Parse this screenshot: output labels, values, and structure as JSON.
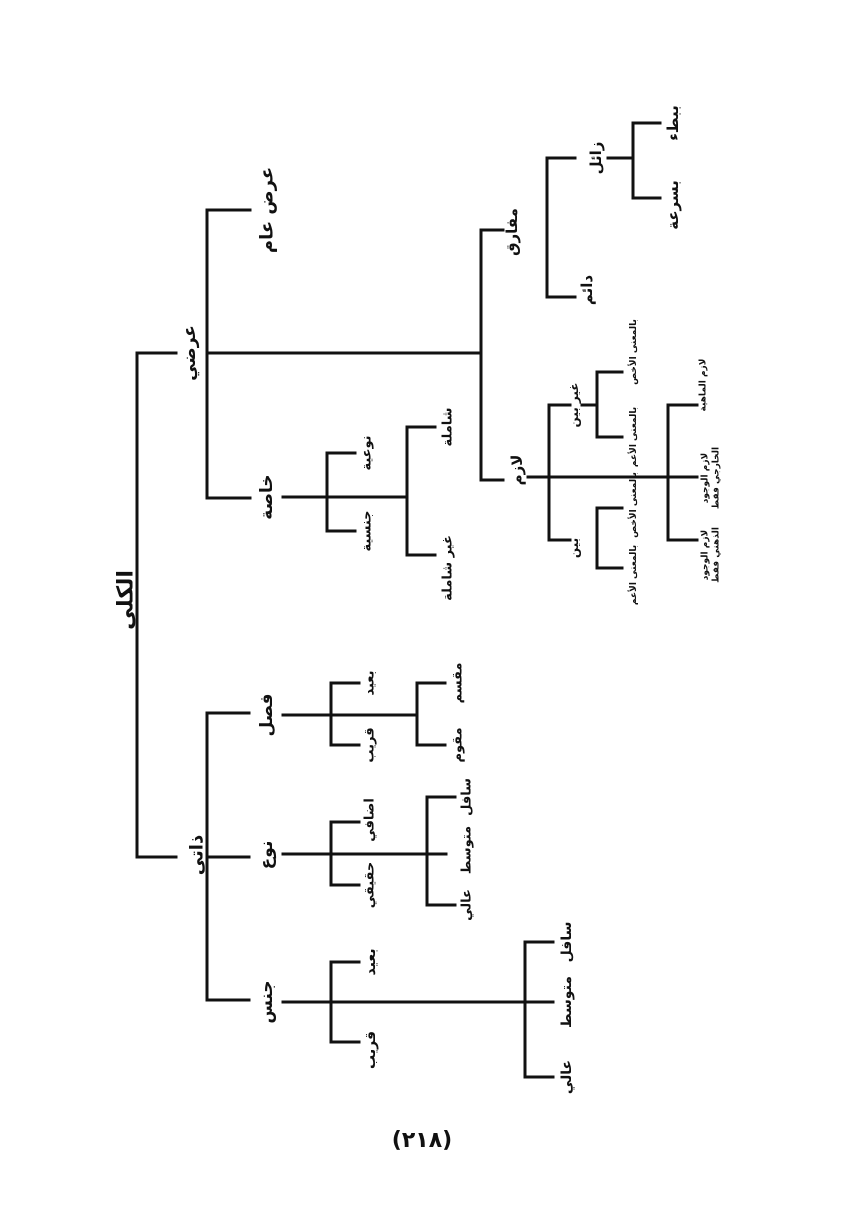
{
  "diagram": {
    "root": "الكلي",
    "essential": {
      "label": "ذاتي",
      "genus": {
        "label": "جنس",
        "proximity": [
          "بعيد",
          "قريب"
        ],
        "levels": [
          "سافل",
          "متوسط",
          "عالي"
        ]
      },
      "species": {
        "label": "نوع",
        "kinds": [
          "اضافي",
          "حقيقي"
        ],
        "levels": [
          "سافل",
          "متوسط",
          "عالي"
        ]
      },
      "differentia": {
        "label": "فصل",
        "proximity": [
          "بعيد",
          "قريب"
        ],
        "roles": [
          "مقسم",
          "مقوم"
        ]
      }
    },
    "accidental": {
      "label": "عرضي",
      "general_accident": "عرض عام",
      "property": {
        "label": "خاصة",
        "kinds": [
          "نوعية",
          "جنسية"
        ],
        "scope": [
          "شاملة",
          "غير شاملة"
        ]
      },
      "inseparable": {
        "label": "لازم",
        "non_evident": {
          "label": "غير بين",
          "senses": [
            "بالمعنى الأخص",
            "بالمعنى الأعم"
          ]
        },
        "evident": {
          "label": "بين",
          "senses": [
            "بالمعنى الأخص",
            "بالمعنى الأعم"
          ]
        },
        "by_existence": [
          "لازم الماهية",
          "لازم الوجود الخارجي فقط",
          "لازم الوجود الذهني فقط"
        ]
      },
      "separable": {
        "label": "مفارق",
        "permanent": "دائم",
        "transient": {
          "label": "زائل",
          "speed": [
            "ببطء",
            "بسرعة"
          ]
        }
      }
    }
  },
  "page_number": "(٢١٨)"
}
